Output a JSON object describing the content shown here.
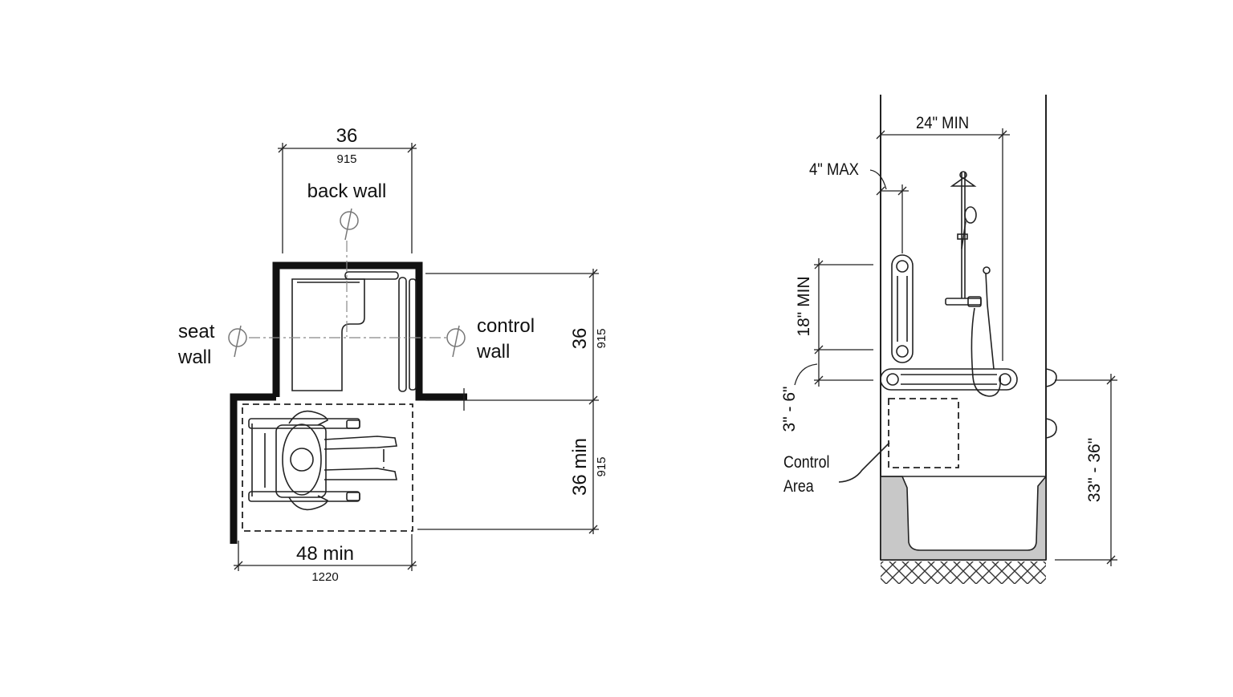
{
  "plan": {
    "labels": {
      "back_wall": "back wall",
      "seat_wall_line1": "seat",
      "seat_wall_line2": "wall",
      "control_wall_line1": "control",
      "control_wall_line2": "wall"
    },
    "dims": {
      "width_top": "36",
      "width_top_mm": "915",
      "depth_right": "36",
      "depth_right_mm": "915",
      "clear_depth": "36 min",
      "clear_depth_mm": "915",
      "clear_width": "48 min",
      "clear_width_mm": "1220"
    }
  },
  "elevation": {
    "dims": {
      "width_min": "24\" MIN",
      "offset_max": "4\" MAX",
      "grab_bar_len": "18\" MIN",
      "grab_bar_gap": "3\" - 6\"",
      "height_range": "33\" - 36\""
    },
    "labels": {
      "control_area_line1": "Control",
      "control_area_line2": "Area"
    }
  }
}
